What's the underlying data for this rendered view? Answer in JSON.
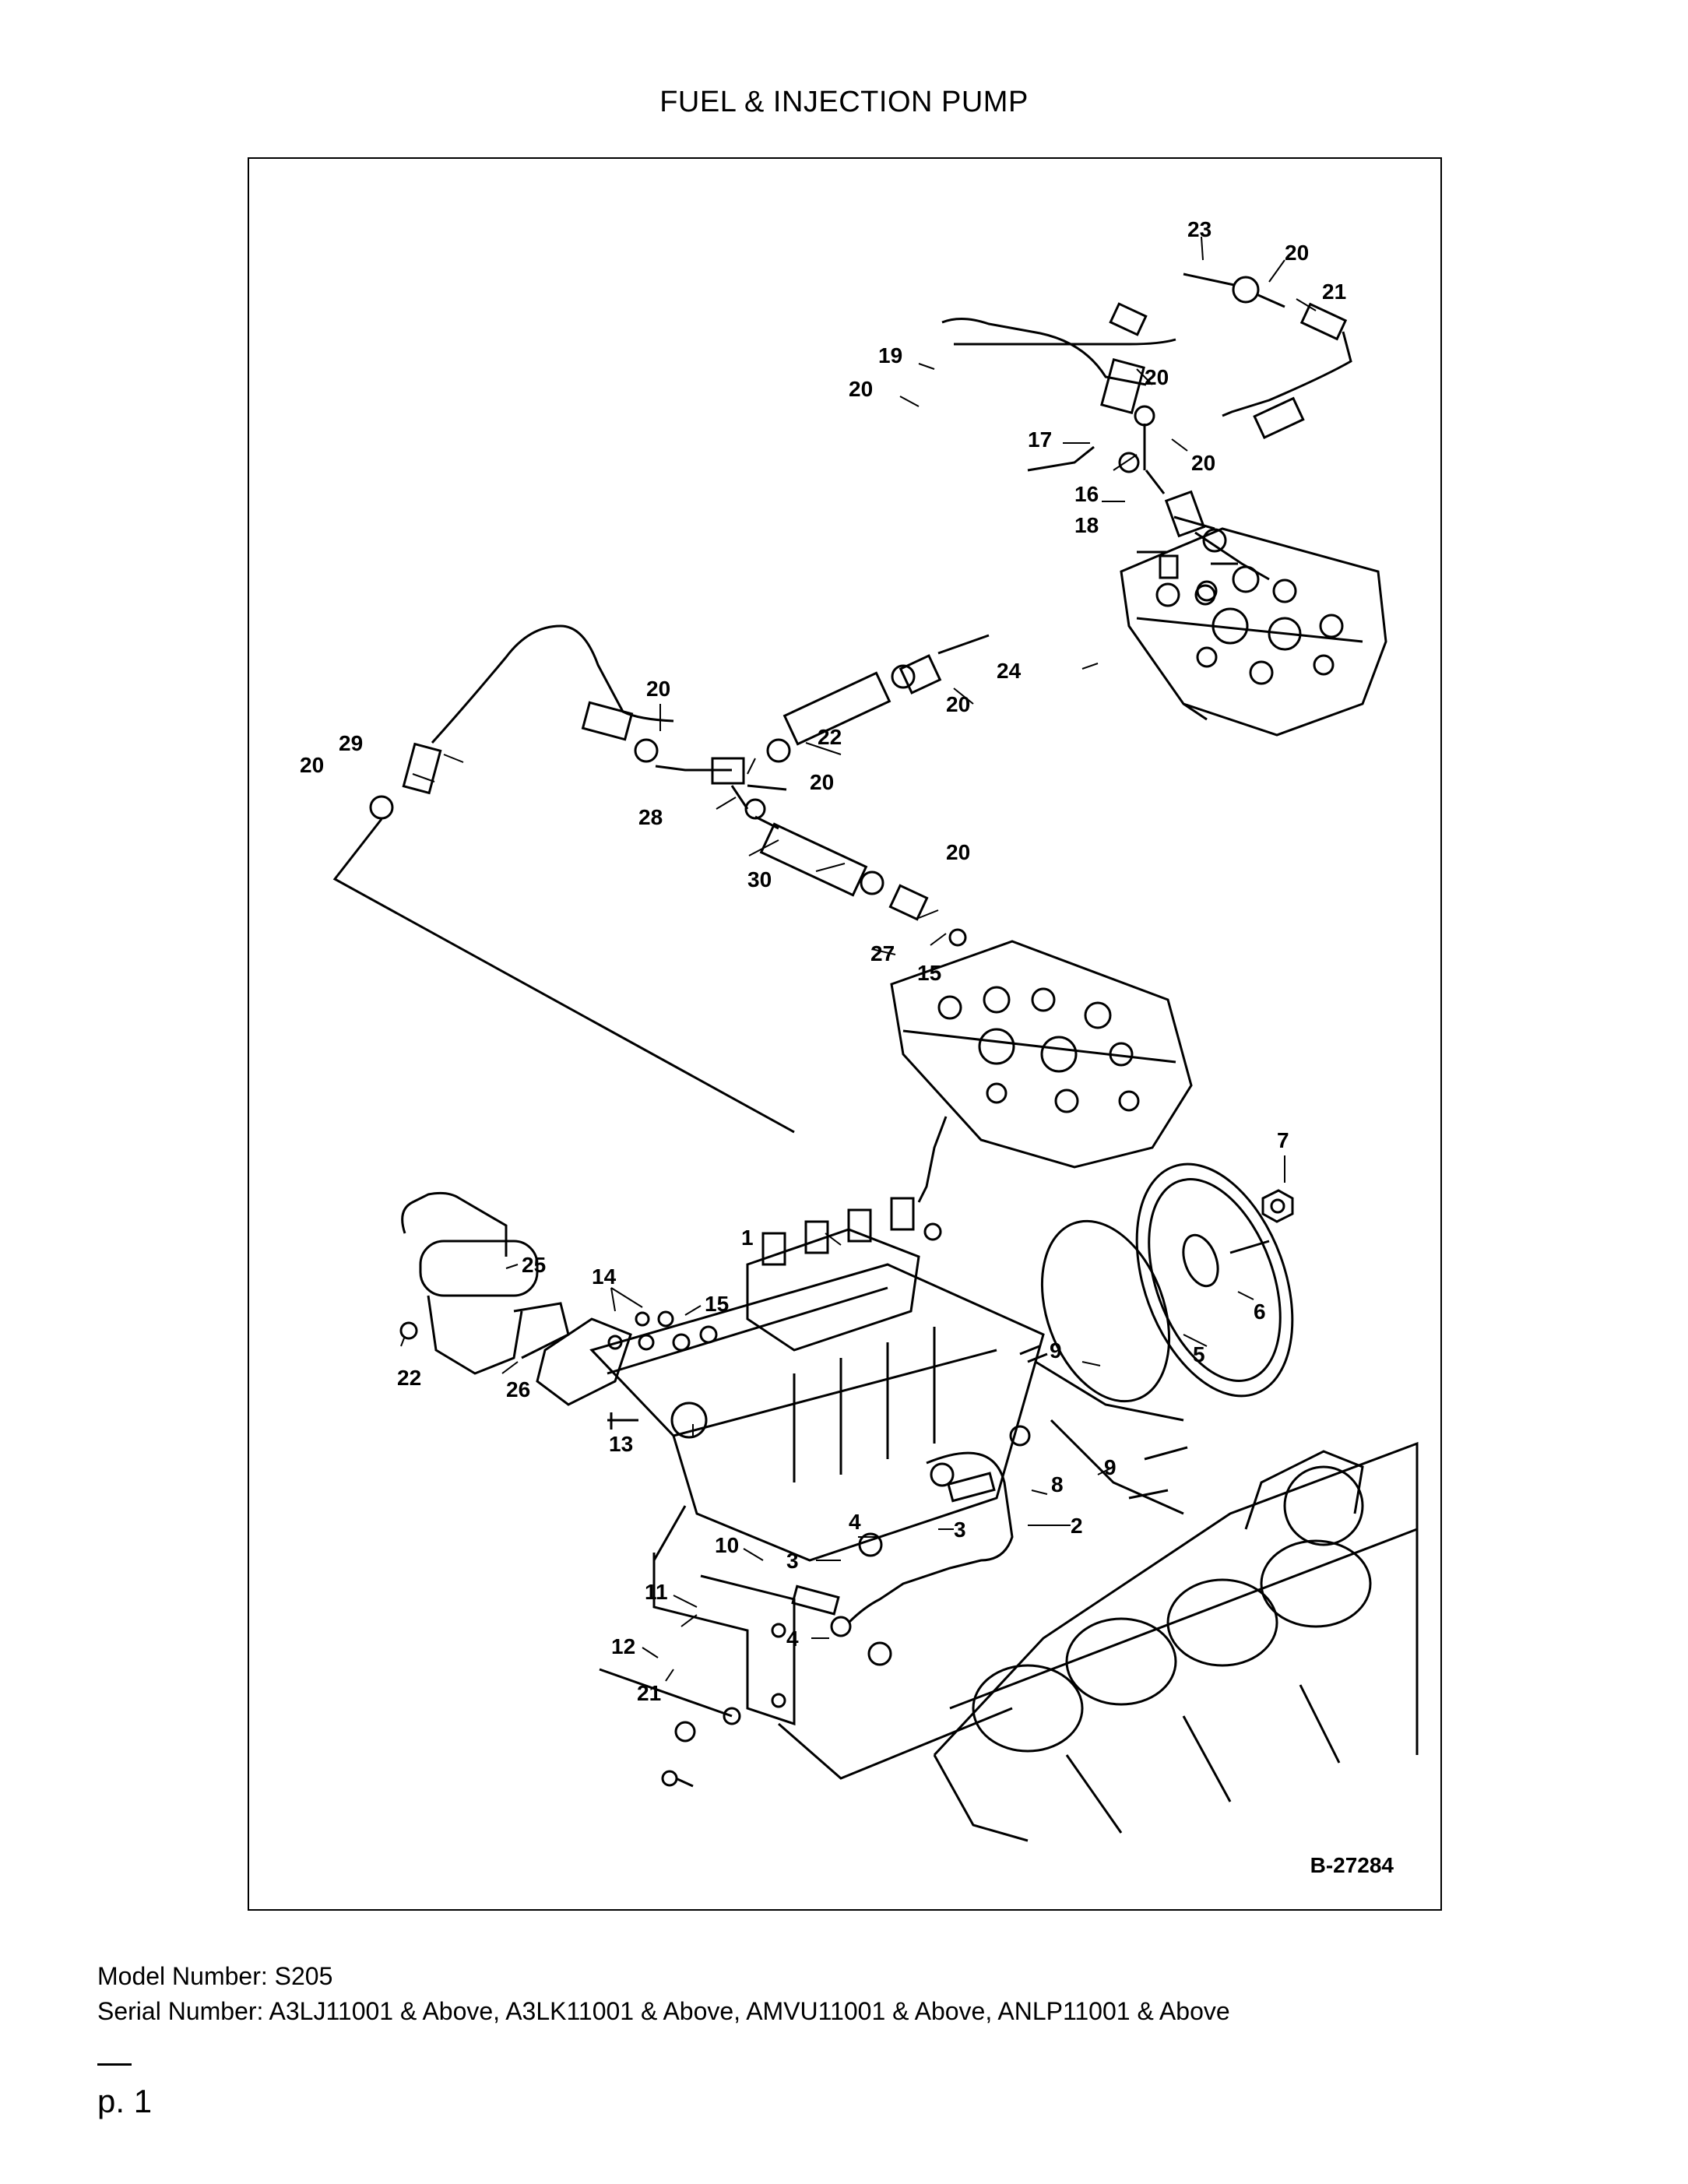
{
  "title": "FUEL & INJECTION PUMP",
  "drawing_id": "B-27284",
  "callouts": [
    "1",
    "2",
    "3",
    "3",
    "4",
    "4",
    "5",
    "6",
    "7",
    "8",
    "9",
    "9",
    "10",
    "11",
    "12",
    "13",
    "14",
    "15",
    "15",
    "16",
    "17",
    "18",
    "19",
    "20",
    "20",
    "20",
    "20",
    "20",
    "20",
    "20",
    "20",
    "20",
    "21",
    "21",
    "22",
    "22",
    "23",
    "24",
    "25",
    "26",
    "27",
    "28",
    "29",
    "30"
  ],
  "model_line": "Model Number: S205",
  "serial_line": "Serial Number: A3LJ11001 & Above, A3LK11001 & Above, AMVU11001 & Above, ANLP11001 & Above",
  "page_label": "p. 1"
}
